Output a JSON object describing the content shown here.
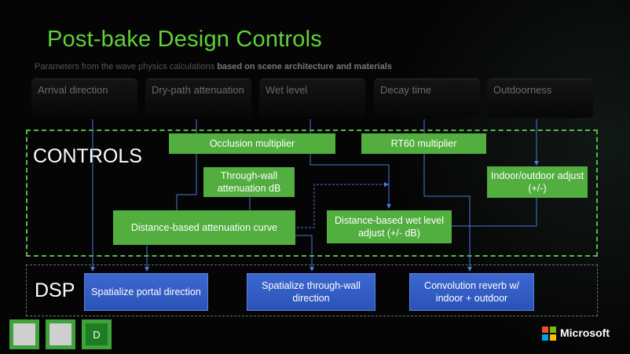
{
  "slide": {
    "title": "Post-bake Design Controls",
    "subtitle_prefix": "Parameters from the wave physics calculations ",
    "subtitle_bold": "based on scene architecture and materials"
  },
  "parameters": [
    "Arrival direction",
    "Dry-path attenuation",
    "Wet level",
    "Decay time",
    "Outdoorness"
  ],
  "controls": {
    "label": "CONTROLS",
    "occlusion": "Occlusion multiplier",
    "rt60": "RT60 multiplier",
    "through_wall": "Through-wall attenuation dB",
    "indoor_outdoor": "Indoor/outdoor adjust (+/-)",
    "distance_curve": "Distance-based attenuation curve",
    "wet_level_adjust": "Distance-based wet level adjust (+/- dB)"
  },
  "dsp": {
    "label": "DSP",
    "portal": "Spatialize portal direction",
    "through_wall": "Spatialize through-wall direction",
    "reverb": "Convolution reverb w/ indoor + outdoor"
  },
  "thumbnails": [
    "",
    "",
    "D"
  ],
  "branding": {
    "company": "Microsoft"
  },
  "colors": {
    "title_green": "#5fd23a",
    "control_box": "#52ae3f",
    "dsp_box": "#2f5bc2",
    "connector": "#4a78d8",
    "ms_red": "#f25022",
    "ms_green": "#7fba00",
    "ms_blue": "#00a4ef",
    "ms_yellow": "#ffb900"
  }
}
